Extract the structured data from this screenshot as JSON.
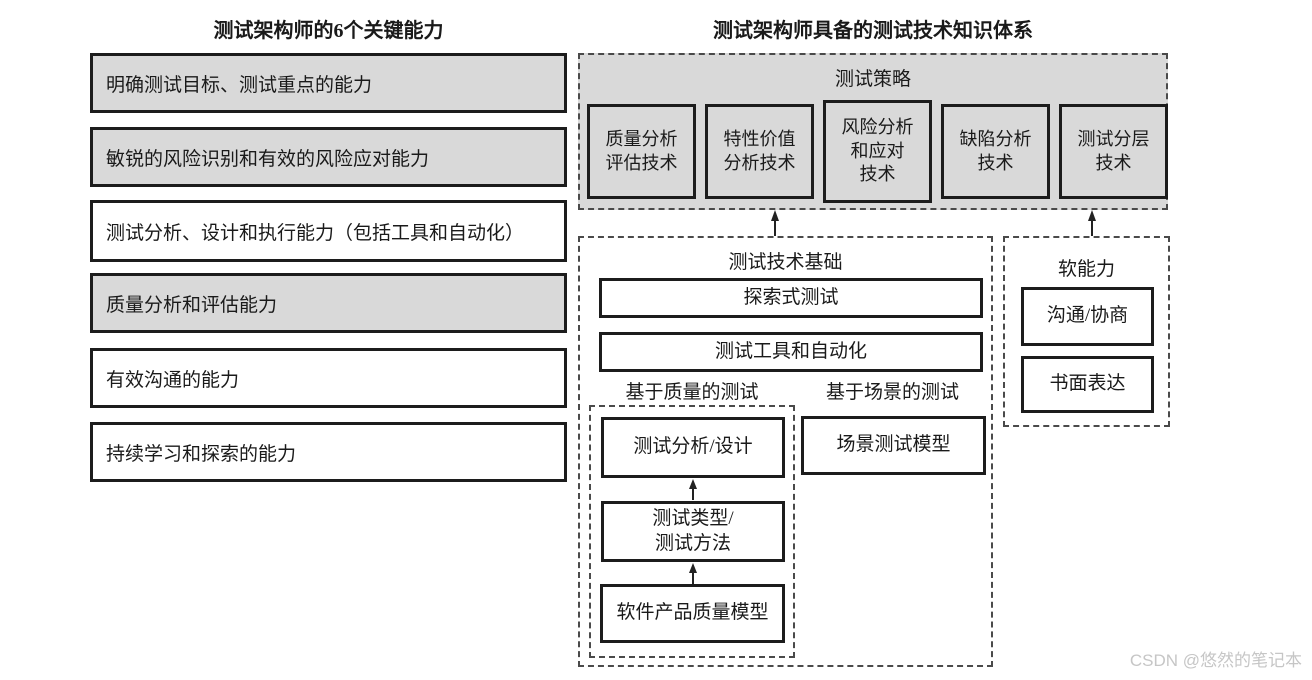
{
  "colors": {
    "background": "#ffffff",
    "shaded_fill": "#d9d9d9",
    "box_border": "#1c1c1c",
    "dashed_border": "#4a4a4a",
    "text": "#1a1a1a",
    "watermark": "#c6c6c6"
  },
  "left_panel": {
    "title": "测试架构师的6个关键能力",
    "capabilities": [
      {
        "label": "明确测试目标、测试重点的能力",
        "shaded": true
      },
      {
        "label": "敏锐的风险识别和有效的风险应对能力",
        "shaded": true
      },
      {
        "label": "测试分析、设计和执行能力（包括工具和自动化）",
        "shaded": false
      },
      {
        "label": "质量分析和评估能力",
        "shaded": true
      },
      {
        "label": "有效沟通的能力",
        "shaded": false
      },
      {
        "label": "持续学习和探索的能力",
        "shaded": false
      }
    ]
  },
  "right_panel": {
    "title": "测试架构师具备的测试技术知识体系",
    "strategy": {
      "title": "测试策略",
      "techniques": [
        "质量分析\n评估技术",
        "特性价值\n分析技术",
        "风险分析\n和应对\n技术",
        "缺陷分析\n技术",
        "测试分层\n技术"
      ]
    },
    "foundation": {
      "title": "测试技术基础",
      "general_boxes": [
        "探索式测试",
        "测试工具和自动化"
      ],
      "quality_group": {
        "heading": "基于质量的测试",
        "boxes": [
          "测试分析/设计",
          "测试类型/\n测试方法",
          "软件产品质量模型"
        ]
      },
      "scenario_group": {
        "heading": "基于场景的测试",
        "boxes": [
          "场景测试模型"
        ]
      }
    },
    "soft_skills": {
      "title": "软能力",
      "boxes": [
        "沟通/协商",
        "书面表达"
      ]
    }
  },
  "watermark": "CSDN @悠然的笔记本"
}
